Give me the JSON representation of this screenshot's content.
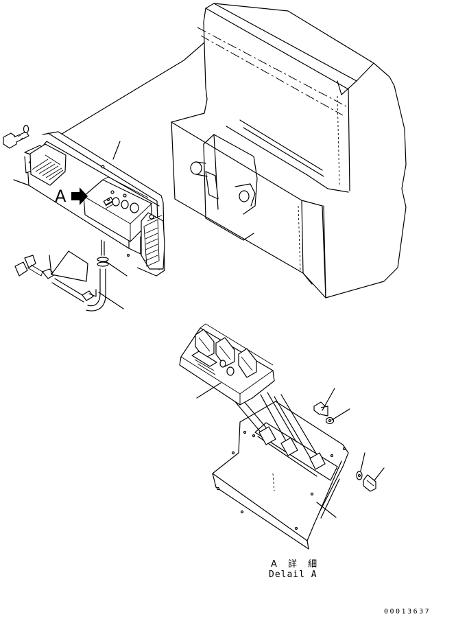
{
  "labels": {
    "view_marker": "A",
    "detail_caption_jp": "A 詳 細",
    "detail_caption_en": "Delail A",
    "drawing_number": "00013637"
  },
  "icons": {
    "view_arrow": "right-arrow-icon"
  },
  "colors": {
    "line": "#000000",
    "background": "#ffffff"
  }
}
